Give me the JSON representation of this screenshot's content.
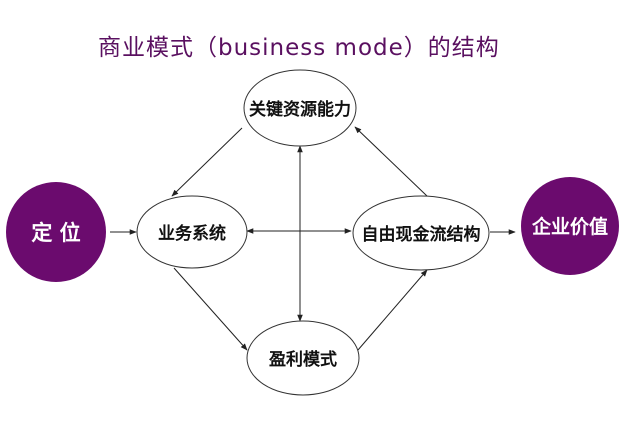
{
  "title": "商业模式（business mode）的结构",
  "colors": {
    "accent": "#6b0b6e",
    "title": "#5a1060",
    "line": "#222222"
  },
  "nodes": {
    "positioning": "定 位",
    "key_resources": "关键资源能力",
    "business_system": "业务系统",
    "free_cash_flow": "自由现金流结构",
    "profit_model": "盈利模式",
    "enterprise_value": "企业价值"
  }
}
